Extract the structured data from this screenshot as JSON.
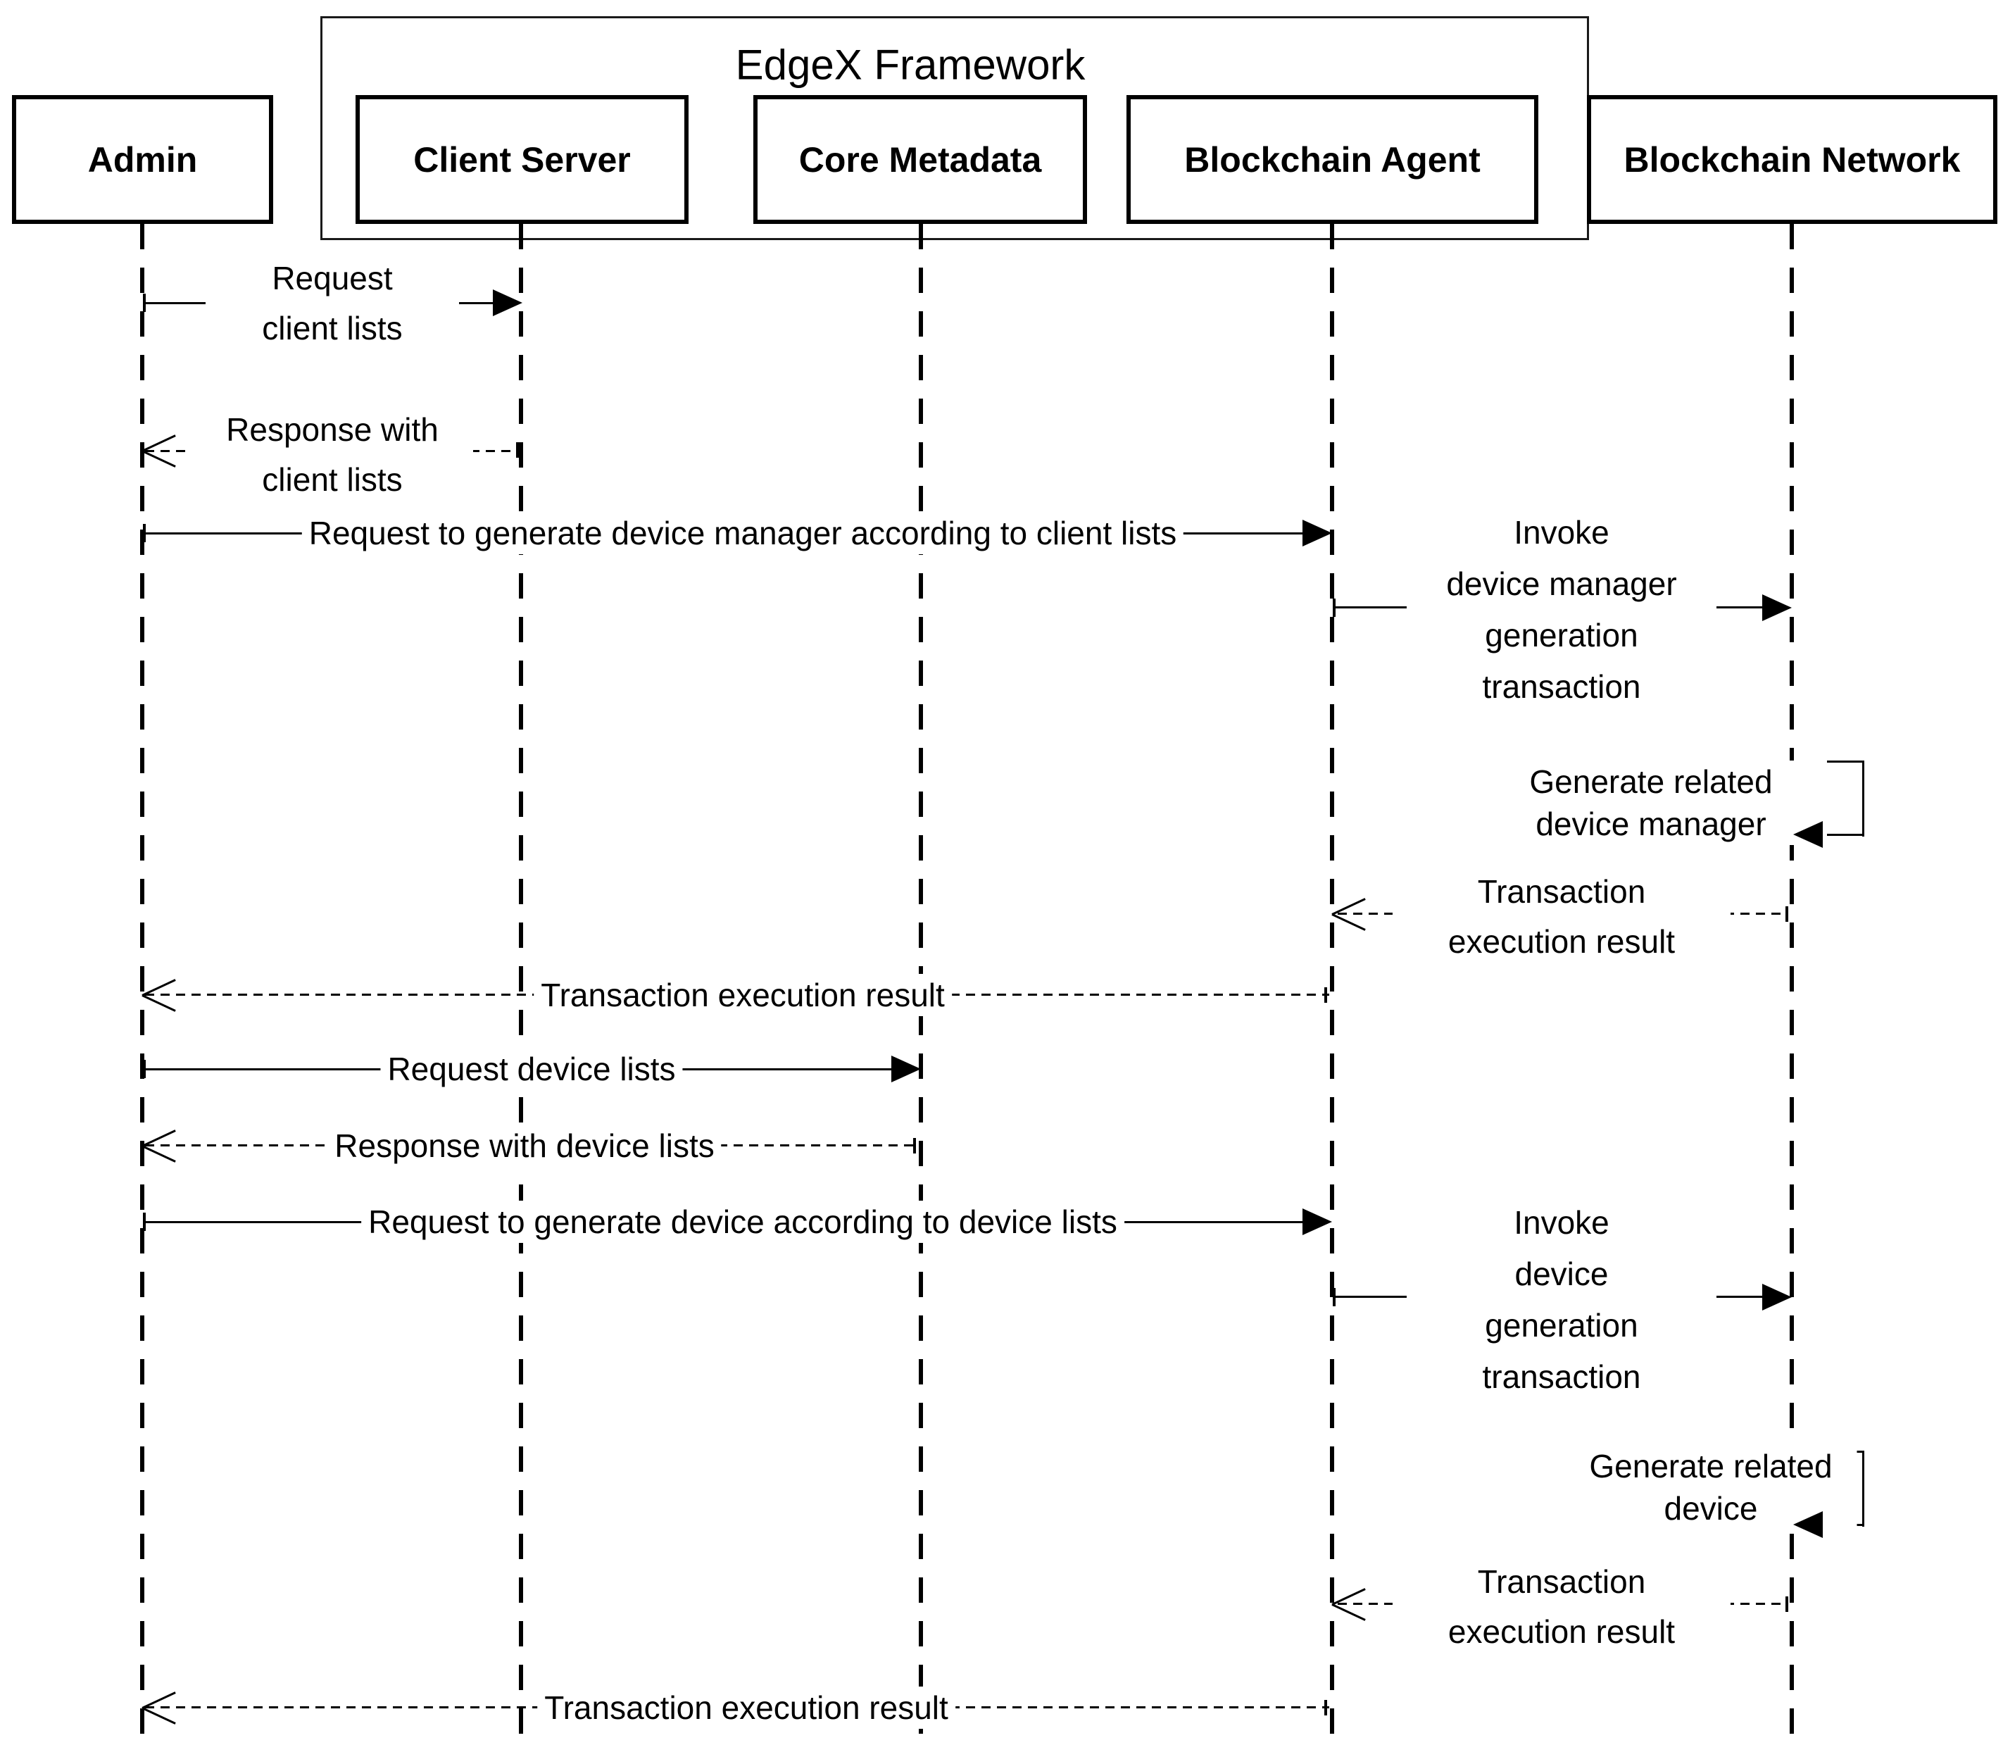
{
  "diagram": {
    "frame_title": "EdgeX Framework",
    "actors": {
      "admin": "Admin",
      "client_server": "Client Server",
      "core_metadata": "Core Metadata",
      "blockchain_agent": "Blockchain Agent",
      "blockchain_network": "Blockchain Network"
    },
    "messages": {
      "m1": "Request\nclient lists",
      "m2": "Response with\nclient lists",
      "m3": "Request to generate device manager according to client lists",
      "m4": "Invoke\ndevice manager\ngeneration\ntransaction",
      "m5": "Generate related device manager",
      "m6": "Transaction\nexecution result",
      "m7": "Transaction execution result",
      "m8": "Request device lists",
      "m9": "Response with device lists",
      "m10": "Request to generate device according to device lists",
      "m11": "Invoke\ndevice\ngeneration\ntransaction",
      "m12": "Generate related device",
      "m13": "Transaction\nexecution result",
      "m14": "Transaction execution result"
    },
    "colors": {
      "line": "#000000",
      "background": "#ffffff"
    }
  }
}
